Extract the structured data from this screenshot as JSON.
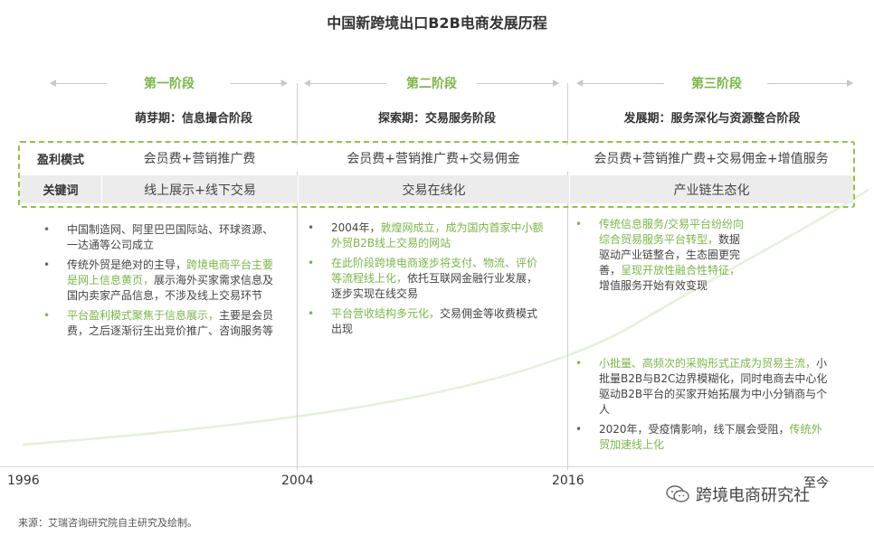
{
  "title": "中国新跨境出口B2B电商发展历程",
  "phases": [
    {
      "label": "第一阶段",
      "subtitle": "萌芽期：信息撮合阶段"
    },
    {
      "label": "第二阶段",
      "subtitle": "探索期：交易服务阶段"
    },
    {
      "label": "第三阶段",
      "subtitle": "发展期：服务深化与资源整合阶段"
    }
  ],
  "table": {
    "rows": [
      {
        "header": "盈利模式",
        "cells": [
          "会员费+营销推广费",
          "会员费+营销推广费+交易佣金",
          "会员费+营销推广费+交易佣金+增值服务"
        ]
      },
      {
        "header": "关键词",
        "cells": [
          "线上展示+线下交易",
          "交易在线化",
          "产业链生态化"
        ]
      }
    ]
  },
  "col1": [
    {
      "dot": "•",
      "parts": [
        {
          "t": "中国制造网、阿里巴巴国际站、环球资源、一达通等公司成立",
          "g": false
        }
      ]
    },
    {
      "dot": "•",
      "parts": [
        {
          "t": "传统外贸是绝对的主导，",
          "g": false
        },
        {
          "t": "跨境电商平台主要是网上信息黄页，",
          "g": true
        },
        {
          "t": "展示海外买家需求信息及国内卖家产品信息，不涉及线上交易环节",
          "g": false
        }
      ]
    },
    {
      "dot": "•",
      "parts": [
        {
          "t": "平台盈利模式聚焦于信息展示，",
          "g": true
        },
        {
          "t": "主要是会员费，之后逐渐衍生出竞价推广、咨询服务等",
          "g": false
        }
      ]
    }
  ],
  "col2": [
    {
      "dot": "•",
      "parts": [
        {
          "t": "2004年，",
          "g": false
        },
        {
          "t": "敦煌网成立，成为国内首家中小额外贸B2B线上交易的网站",
          "g": true
        }
      ]
    },
    {
      "dot": "•",
      "parts": [
        {
          "t": "在此阶段跨境电商逐步将支付、物流、评价等流程线上化，",
          "g": true
        },
        {
          "t": "依托互联网金融行业发展，逐步实现在线交易",
          "g": false
        }
      ]
    },
    {
      "dot": "•",
      "parts": [
        {
          "t": "平台营收结构多元化，",
          "g": true
        },
        {
          "t": "交易佣金等收费模式出现",
          "g": false
        }
      ]
    }
  ],
  "col3a": [
    {
      "dot": "•",
      "parts": [
        {
          "t": "传统信息服务/交易平台纷纷向综合贸易服务平台转型，",
          "g": true
        },
        {
          "t": "数据驱动产业链整合，生态圈更完善，",
          "g": false
        },
        {
          "t": "呈现开放性融合性特征，",
          "g": true
        },
        {
          "t": "增值服务开始有效变现",
          "g": false
        }
      ]
    }
  ],
  "col3b": [
    {
      "dot": "•",
      "parts": [
        {
          "t": "小批量、高频次的采购形式正成为贸易主流，",
          "g": true
        },
        {
          "t": "小批量B2B与B2C边界模糊化，同时电商去中心化驱动B2B平台的买家开始拓展为中小分销商与个人",
          "g": false
        }
      ]
    },
    {
      "dot": "•",
      "parts": [
        {
          "t": "2020年，受疫情影响，线下展会受阻，",
          "g": false
        },
        {
          "t": "传统外贸加速线上化",
          "g": true
        }
      ]
    }
  ],
  "years": [
    "1996",
    "2004",
    "2016",
    "至今"
  ],
  "source": "来源：艾瑞咨询研究院自主研究及绘制。",
  "watermark": "跨境电商研究社",
  "colors": {
    "accent": "#7ab648",
    "dashed_border": "#8cc63f",
    "row_bg": "#ececec"
  }
}
